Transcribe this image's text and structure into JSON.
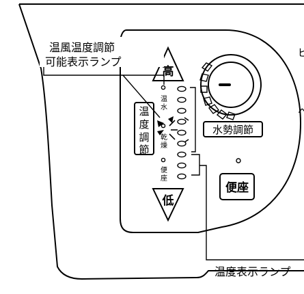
{
  "callouts": {
    "adjust_indicator_line1": "温風温度調節",
    "adjust_indicator_line2": "可能表示ランプ",
    "temp_indicator": "温度表示ランプ"
  },
  "edge_glyphs": {
    "top": "ビ",
    "bottom": "へ"
  },
  "temp_control": {
    "up_label": "高",
    "down_label": "低",
    "side_label": [
      "温",
      "度",
      "調",
      "節"
    ],
    "mode_warm_water": [
      "温",
      "水"
    ],
    "mode_dryer": [
      "乾",
      "燥"
    ],
    "mode_seat": [
      "便",
      "座"
    ]
  },
  "water_pressure": {
    "label": "水勢調節"
  },
  "seat_button": {
    "label": "便座"
  }
}
